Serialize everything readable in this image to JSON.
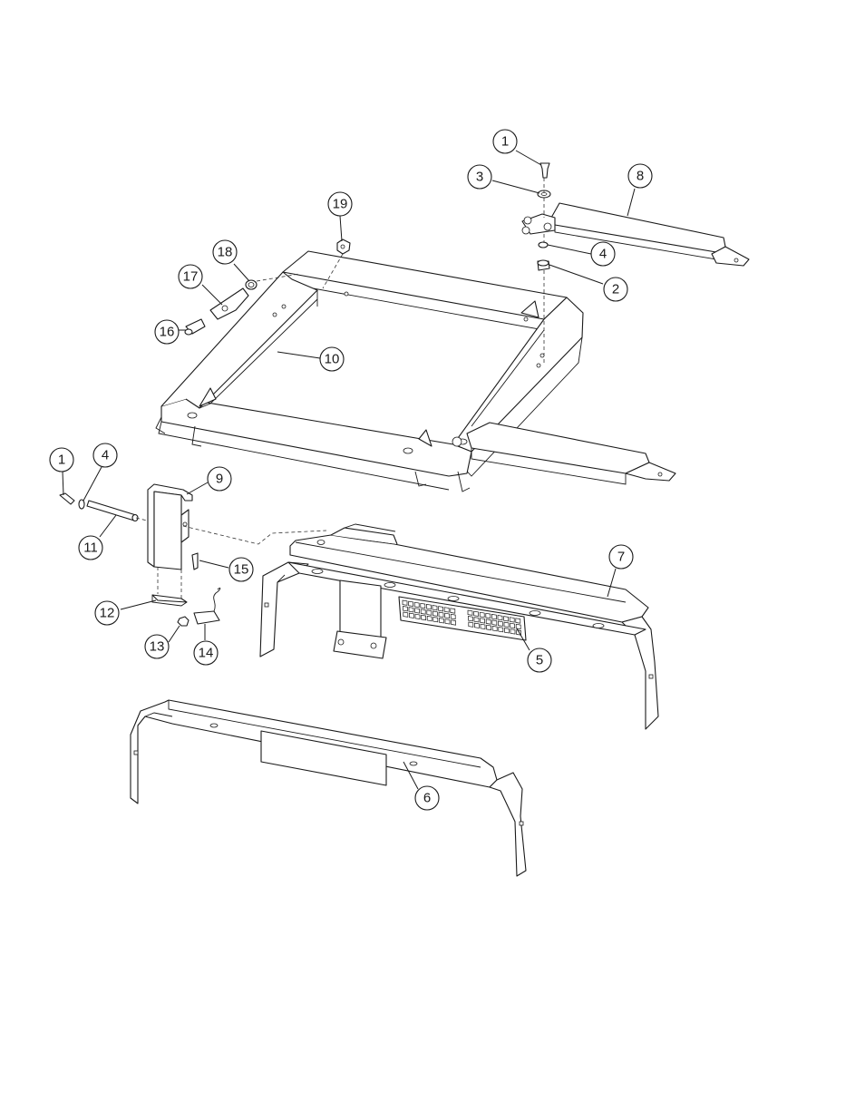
{
  "callouts": [
    {
      "id": "1a",
      "label": "1"
    },
    {
      "id": "3",
      "label": "3"
    },
    {
      "id": "8",
      "label": "8"
    },
    {
      "id": "4a",
      "label": "4"
    },
    {
      "id": "2",
      "label": "2"
    },
    {
      "id": "19",
      "label": "19"
    },
    {
      "id": "18",
      "label": "18"
    },
    {
      "id": "17",
      "label": "17"
    },
    {
      "id": "16",
      "label": "16"
    },
    {
      "id": "10",
      "label": "10"
    },
    {
      "id": "1b",
      "label": "1"
    },
    {
      "id": "4b",
      "label": "4"
    },
    {
      "id": "9",
      "label": "9"
    },
    {
      "id": "11",
      "label": "11"
    },
    {
      "id": "15",
      "label": "15"
    },
    {
      "id": "7",
      "label": "7"
    },
    {
      "id": "12",
      "label": "12"
    },
    {
      "id": "13",
      "label": "13"
    },
    {
      "id": "14",
      "label": "14"
    },
    {
      "id": "5",
      "label": "5"
    },
    {
      "id": "6",
      "label": "6"
    }
  ]
}
